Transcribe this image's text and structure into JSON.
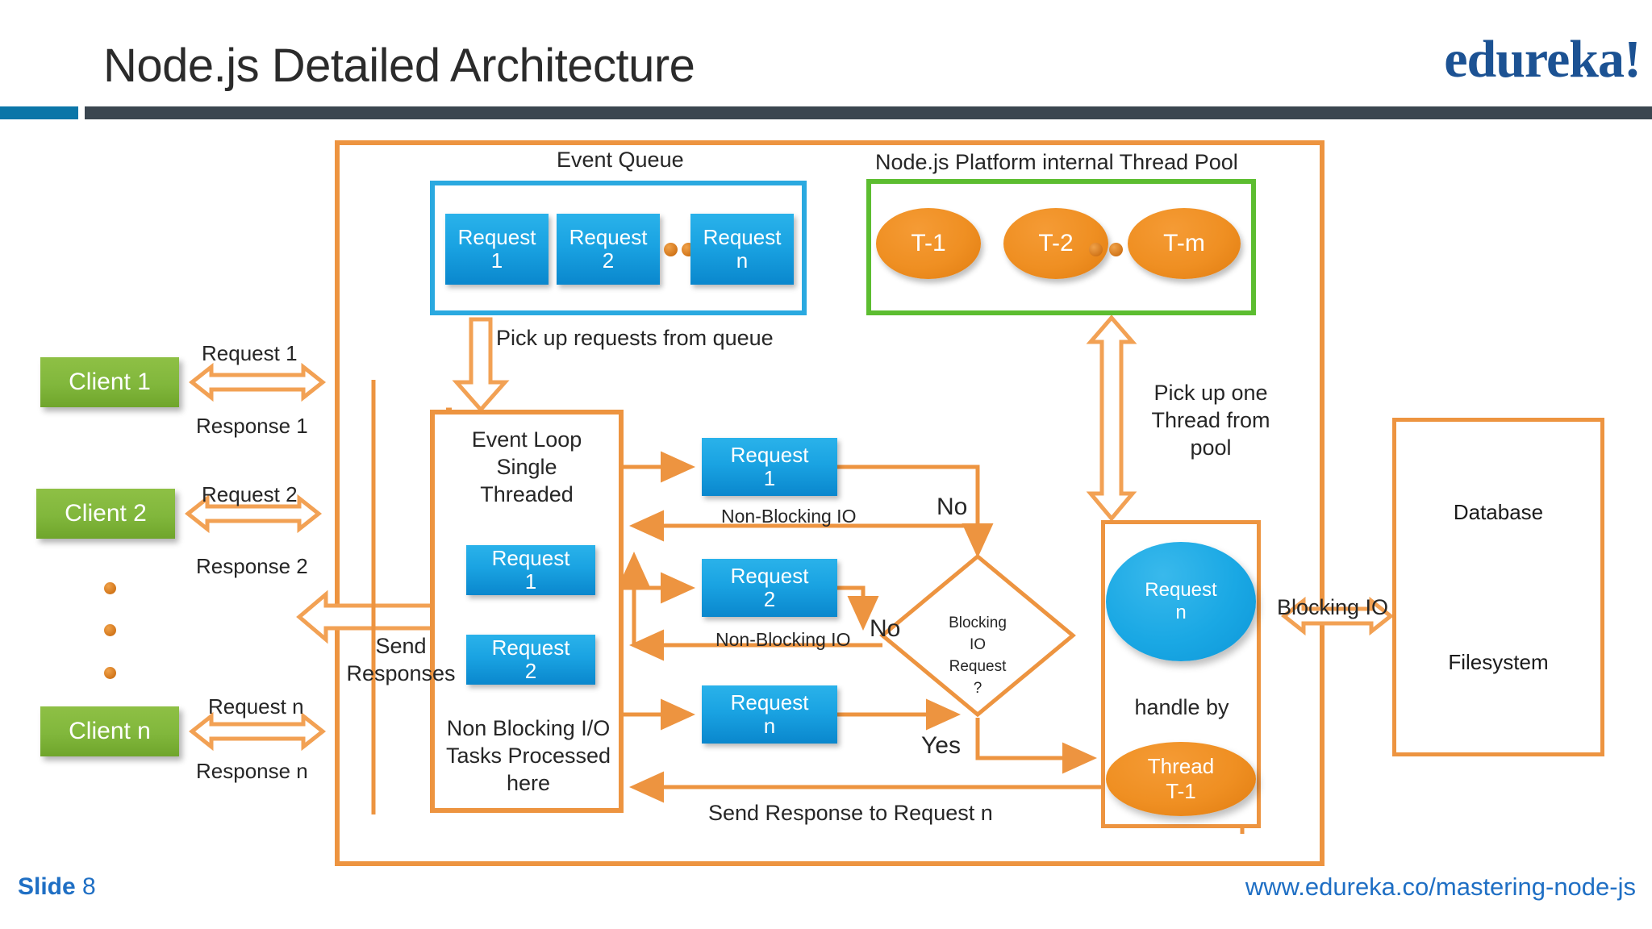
{
  "header": {
    "title": "Node.js Detailed Architecture",
    "logo": "edureka!",
    "accent_blue": "#0b76a8",
    "rule_dark": "#3b4650"
  },
  "footer": {
    "slide_word": "Slide",
    "slide_number": "8",
    "url": "www.edureka.co/mastering-node-js",
    "link_color": "#1f6fc4"
  },
  "diagram": {
    "event_queue": {
      "caption": "Event Queue",
      "frame_color": "#2aa9e0",
      "items": [
        {
          "line1": "Request",
          "line2": "1"
        },
        {
          "line1": "Request",
          "line2": "2"
        },
        {
          "line1": "Request",
          "line2": "n"
        }
      ]
    },
    "thread_pool": {
      "caption": "Node.js Platform internal Thread Pool",
      "frame_color": "#5cbd30",
      "threads": [
        "T-1",
        "T-2",
        "T-m"
      ]
    },
    "clients": [
      {
        "label": "Client 1",
        "request": "Request 1",
        "response": "Response 1"
      },
      {
        "label": "Client 2",
        "request": "Request 2",
        "response": "Response 2"
      },
      {
        "label": "Client n",
        "request": "Request n",
        "response": "Response n"
      }
    ],
    "event_loop": {
      "title": "Event Loop\nSingle\nThreaded",
      "footer": "Non Blocking I/O\nTasks Processed\nhere",
      "queued": [
        {
          "line1": "Request",
          "line2": "1"
        },
        {
          "line1": "Request",
          "line2": "2"
        }
      ]
    },
    "pipeline": {
      "requests": [
        {
          "line1": "Request",
          "line2": "1"
        },
        {
          "line1": "Request",
          "line2": "2"
        },
        {
          "line1": "Request",
          "line2": "n"
        }
      ],
      "non_blocking_labels": [
        "Non-Blocking IO",
        "Non-Blocking IO"
      ],
      "no_labels": [
        "No",
        "No"
      ],
      "yes_label": "Yes"
    },
    "decision": {
      "text": "Blocking\nIO\nRequest\n?"
    },
    "handler": {
      "request_line1": "Request",
      "request_line2": "n",
      "handle_by": "handle by",
      "thread_line1": "Thread",
      "thread_line2": "T-1"
    },
    "storage": {
      "database": "Database",
      "filesystem": "Filesystem",
      "fill_color": "#62cc9a"
    },
    "flow_labels": {
      "pickup_queue": "Pick up requests from queue",
      "pickup_thread": "Pick up one\nThread from\npool",
      "send_responses": "Send\nResponses",
      "blocking_io": "Blocking IO",
      "send_response_n": "Send Response to Request n"
    },
    "colors": {
      "orange": "#ed9440",
      "orange_dark": "#e07c10",
      "blue": "#1aa3e2",
      "green": "#81b73c"
    }
  }
}
